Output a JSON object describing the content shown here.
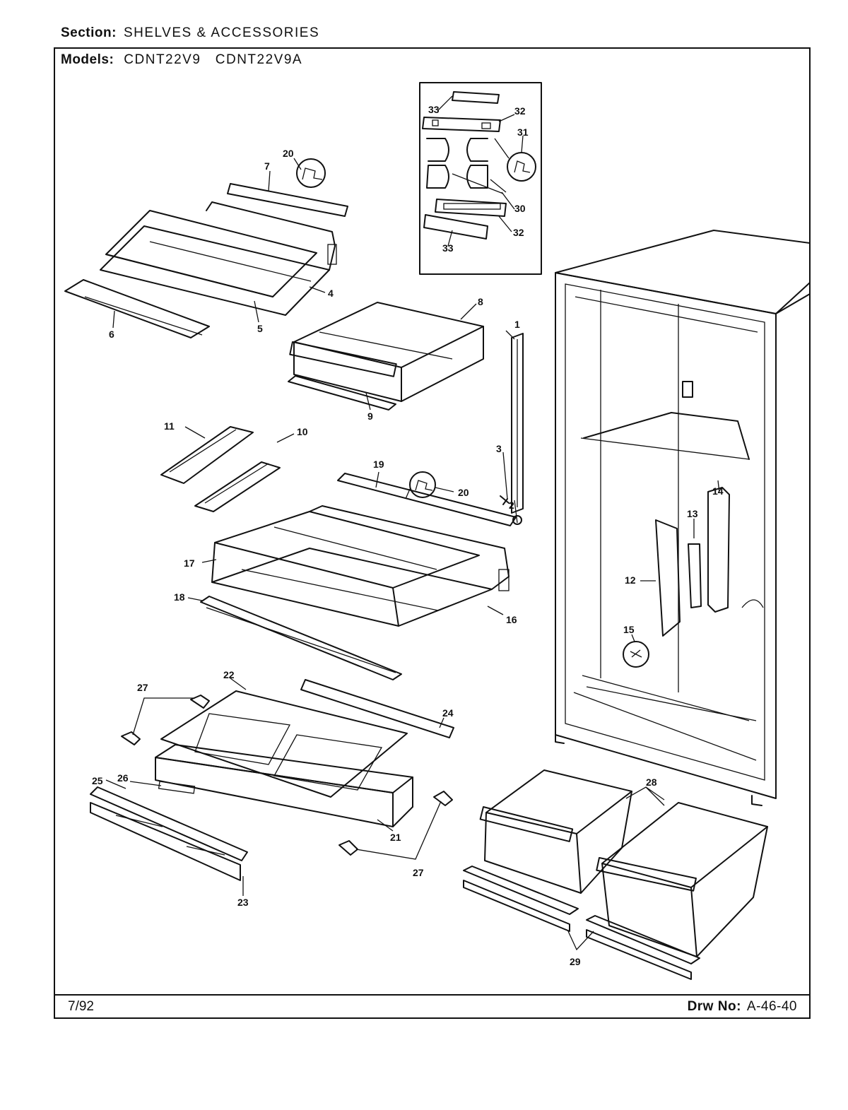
{
  "header": {
    "section_label": "Section:",
    "section_value": "SHELVES & ACCESSORIES",
    "models_label": "Models:",
    "models_value": "CDNT22V9   CDNT22V9A"
  },
  "footer": {
    "date": "7/92",
    "drawing_label": "Drw No:",
    "drawing_number": "A-46-40"
  },
  "callouts": {
    "c1": "1",
    "c2": "2",
    "c3": "3",
    "c4": "4",
    "c5": "5",
    "c6": "6",
    "c7": "7",
    "c8": "8",
    "c9": "9",
    "c10": "10",
    "c11": "11",
    "c12": "12",
    "c13": "13",
    "c14": "14",
    "c15": "15",
    "c16": "16",
    "c17": "17",
    "c18": "18",
    "c19": "19",
    "c20a": "20",
    "c20b": "20",
    "c21": "21",
    "c22": "22",
    "c23": "23",
    "c24": "24",
    "c25": "25",
    "c26": "26",
    "c27a": "27",
    "c27b": "27",
    "c28": "28",
    "c29": "29",
    "c30": "30",
    "c31": "31",
    "c32a": "32",
    "c32b": "32",
    "c33a": "33",
    "c33b": "33"
  }
}
